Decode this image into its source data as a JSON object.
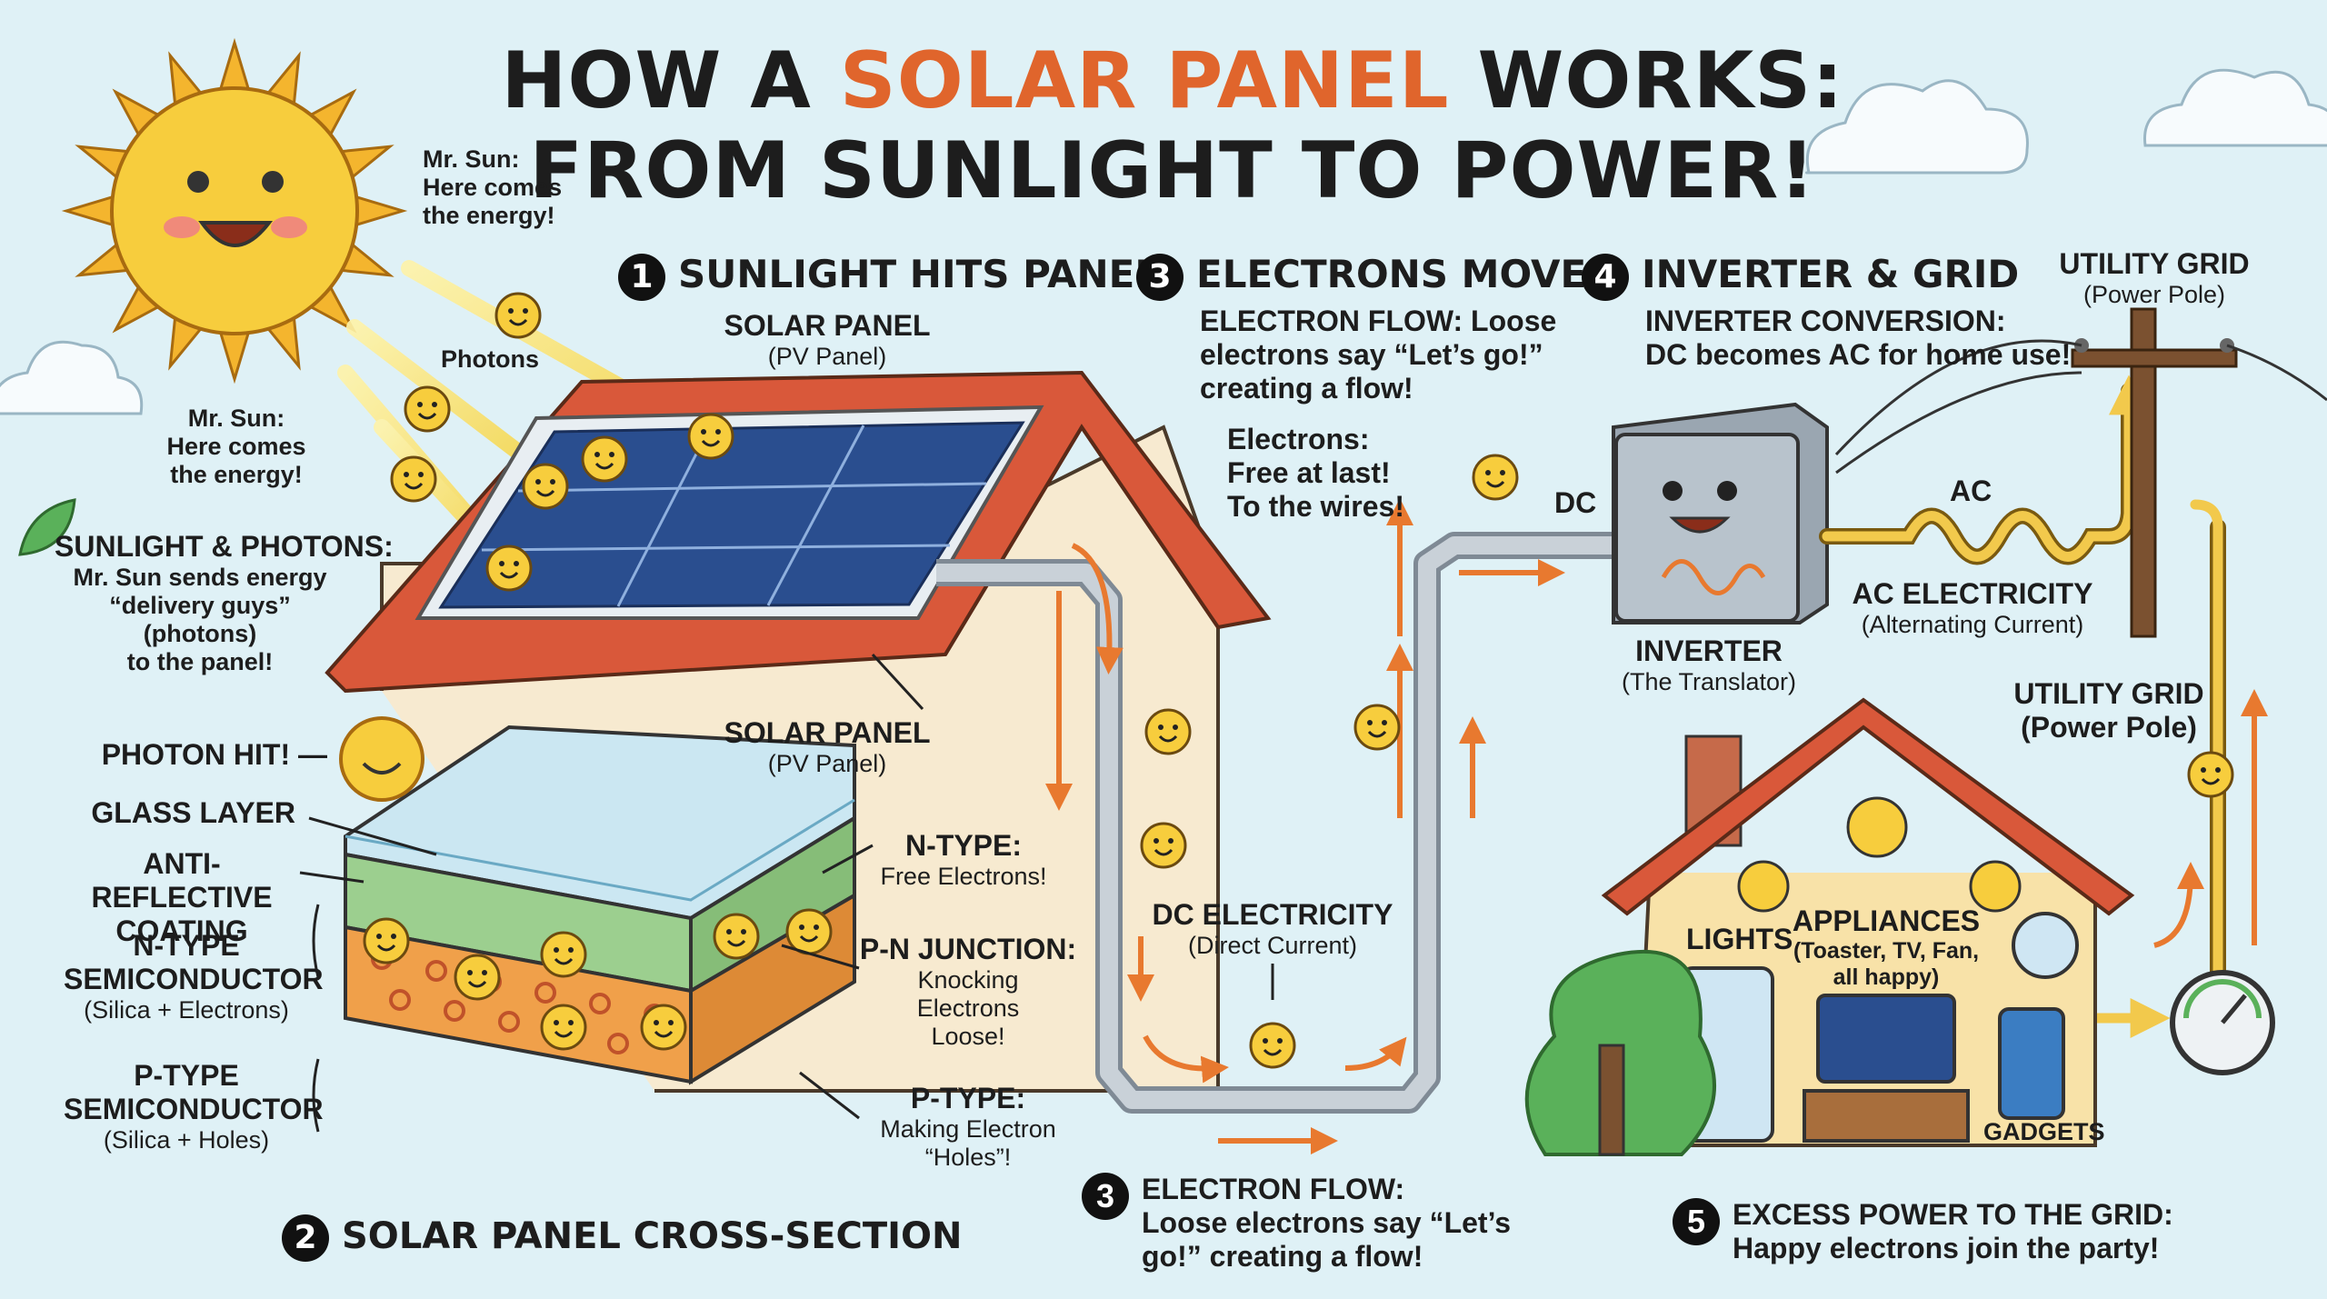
{
  "title": {
    "part1": "HOW A ",
    "highlight": "SOLAR PANEL",
    "part2": " WORKS:",
    "line2": "FROM SUNLIGHT TO POWER!"
  },
  "colors": {
    "title_highlight": "#e0652c",
    "sky": "#dff1f6",
    "roof": "#d9583a",
    "wall": "#f7ead0",
    "panel": "#2a4e8f",
    "wire": "#f2c94c",
    "pipe": "#b8c0c8",
    "arrow": "#e8792f",
    "sun": "#f6c63b",
    "n_layer": "#9ccf8f",
    "p_layer": "#f0a04a"
  },
  "sun": {
    "speech": "Mr. Sun:\nHere comes\nthe energy!"
  },
  "photons": {
    "label": "Photons"
  },
  "sun_note2": "Mr. Sun:\nHere comes\nthe energy!",
  "sunlight_photons": {
    "title": "SUNLIGHT & PHOTONS:",
    "body": "Mr. Sun sends energy\n“delivery guys” (photons)\nto the panel!"
  },
  "step1": {
    "number": "1",
    "label": "SUNLIGHT HITS PANEL",
    "panel_title": "SOLAR PANEL",
    "panel_sub": "(PV Panel)"
  },
  "step2": {
    "number": "2",
    "label": "SOLAR PANEL CROSS-SECTION"
  },
  "step3_top": {
    "number": "3",
    "label": "ELECTRONS MOVE",
    "body": "ELECTRON FLOW: Loose\nelectrons say “Let’s go!”\ncreating a flow!"
  },
  "step3_bottom": {
    "number": "3",
    "label": "ELECTRON FLOW:",
    "body": "Loose electrons say “Let’s\ngo!” creating a flow!"
  },
  "step4": {
    "number": "4",
    "label": "INVERTER & GRID",
    "body": "INVERTER CONVERSION:\nDC becomes AC for home use!"
  },
  "step5": {
    "number": "5",
    "label": "EXCESS POWER TO THE GRID:",
    "body": "Happy electrons join the party!"
  },
  "utility_top": {
    "title": "UTILITY GRID",
    "sub": "(Power Pole)"
  },
  "utility_mid": {
    "title": "UTILITY GRID",
    "sub": "(Power Pole)"
  },
  "panel_label2": {
    "title": "SOLAR PANEL",
    "sub": "(PV Panel)"
  },
  "electrons_free": "Electrons:\nFree at last!\nTo the wires!",
  "dc_label": "DC",
  "ac_label": "AC",
  "ac_electricity": {
    "title": "AC ELECTRICITY",
    "sub": "(Alternating Current)"
  },
  "inverter": {
    "title": "INVERTER",
    "sub": "(The Translator)"
  },
  "dc_electricity": {
    "title": "DC ELECTRICITY",
    "sub": "(Direct Current)"
  },
  "cross_section": {
    "photon_hit": "PHOTON HIT! —",
    "glass": "GLASS LAYER",
    "anti_reflective": "ANTI-REFLECTIVE\nCOATING",
    "n_type_semi": {
      "title": "N-TYPE\nSEMICONDUCTOR",
      "sub": "(Silica + Electrons)"
    },
    "p_type_semi": {
      "title": "P-TYPE\nSEMICONDUCTOR",
      "sub": "(Silica + Holes)"
    },
    "n_type": {
      "title": "N-TYPE:",
      "sub": "Free Electrons!"
    },
    "pn_junction": {
      "title": "P-N JUNCTION:",
      "sub": "Knocking\nElectrons\nLoose!"
    },
    "p_type": {
      "title": "P-TYPE:",
      "sub": "Making Electron\n“Holes”!"
    }
  },
  "house": {
    "lights": "LIGHTS",
    "appliances_title": "APPLIANCES",
    "appliances_sub": "(Toaster, TV, Fan,\nall happy)",
    "gadgets": "GADGETS"
  }
}
